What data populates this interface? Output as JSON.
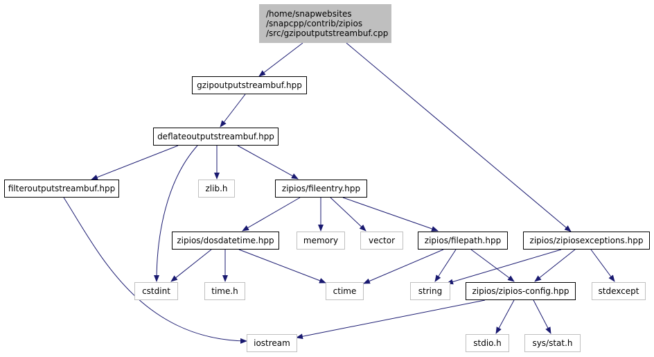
{
  "colors": {
    "edge": "#191970",
    "linked_border": "#000000",
    "external_border": "#bfbfbf",
    "root_fill": "#bfbfbf"
  },
  "nodes": {
    "root": {
      "label": "/home/snapwebsites\n/snapcpp/contrib/zipios\n/src/gzipoutputstreambuf.cpp"
    },
    "gzipout": {
      "label": "gzipoutputstreambuf.hpp"
    },
    "deflate": {
      "label": "deflateoutputstreambuf.hpp"
    },
    "filterout": {
      "label": "filteroutputstreambuf.hpp"
    },
    "zlib": {
      "label": "zlib.h"
    },
    "fileentry": {
      "label": "zipios/fileentry.hpp"
    },
    "dosdatetime": {
      "label": "zipios/dosdatetime.hpp"
    },
    "memory": {
      "label": "memory"
    },
    "vector": {
      "label": "vector"
    },
    "filepath": {
      "label": "zipios/filepath.hpp"
    },
    "zipiosexc": {
      "label": "zipios/zipiosexceptions.hpp"
    },
    "cstdint": {
      "label": "cstdint"
    },
    "timeh": {
      "label": "time.h"
    },
    "ctime": {
      "label": "ctime"
    },
    "string": {
      "label": "string"
    },
    "zipiosconfig": {
      "label": "zipios/zipios-config.hpp"
    },
    "stdexcept": {
      "label": "stdexcept"
    },
    "iostream": {
      "label": "iostream"
    },
    "stdioh": {
      "label": "stdio.h"
    },
    "sysstat": {
      "label": "sys/stat.h"
    }
  }
}
